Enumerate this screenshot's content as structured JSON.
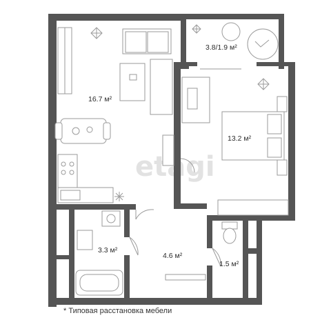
{
  "rooms": [
    {
      "id": "living",
      "area": "16.7 м²"
    },
    {
      "id": "balcony",
      "area": "3.8/1.9 м²"
    },
    {
      "id": "bedroom",
      "area": "13.2 м²"
    },
    {
      "id": "bathroom",
      "area": "3.3 м²"
    },
    {
      "id": "hall",
      "area": "4.6 м²"
    },
    {
      "id": "wc",
      "area": "1.5 м²"
    }
  ],
  "watermark": "etagi",
  "footnote": "* Типовая расстановка мебели",
  "colors": {
    "wall": "#555555",
    "furniture": "#9a9a9a",
    "text": "#2b2b2b"
  }
}
